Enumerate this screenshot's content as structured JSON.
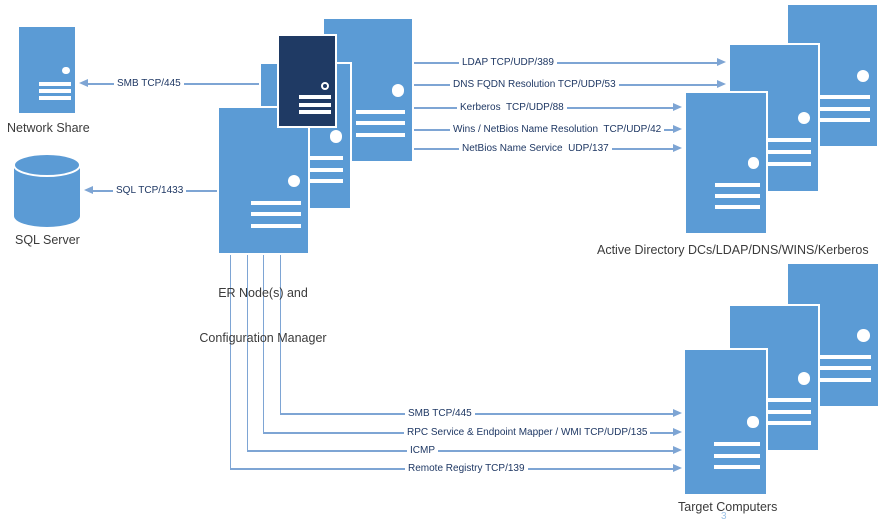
{
  "diagram": {
    "nodes": {
      "network_share": {
        "label": "Network Share",
        "icon": "server-icon"
      },
      "sql_server": {
        "label": "SQL Server",
        "icon": "database-cylinder-icon"
      },
      "er_nodes": {
        "line1": "ER Node(s) and",
        "line2": "Configuration Manager",
        "icon": "server-stack-icon"
      },
      "active_directory": {
        "label": "Active Directory DCs/LDAP/DNS/WINS/Kerberos",
        "icon": "server-stack-icon"
      },
      "target_computers": {
        "label": "Target Computers",
        "page_marker": "3",
        "icon": "server-stack-icon"
      }
    },
    "connectors": {
      "to_network_share": {
        "label": "SMB TCP/445",
        "direction": "left"
      },
      "to_sql_server": {
        "label": "SQL TCP/1433",
        "direction": "left"
      },
      "ldap": {
        "label": "LDAP TCP/UDP/389",
        "direction": "right"
      },
      "dns": {
        "label": "DNS FQDN Resolution TCP/UDP/53",
        "direction": "right"
      },
      "kerberos": {
        "label": "Kerberos  TCP/UDP/88",
        "direction": "right"
      },
      "wins": {
        "label": "Wins / NetBios Name Resolution  TCP/UDP/42",
        "direction": "right"
      },
      "netbios": {
        "label": "NetBios Name Service  UDP/137",
        "direction": "right"
      },
      "smb_target": {
        "label": "SMB TCP/445",
        "direction": "right"
      },
      "rpc_wmi": {
        "label": "RPC Service & Endpoint Mapper / WMI TCP/UDP/135",
        "direction": "right"
      },
      "icmp": {
        "label": "ICMP",
        "direction": "right"
      },
      "remote_registry": {
        "label": "Remote Registry TCP/139",
        "direction": "right"
      }
    },
    "colors": {
      "server_blue": "#5B9BD5",
      "server_dark_blue": "#1F3A64",
      "connector_blue": "#7EA5D4",
      "connector_text": "#1F3864",
      "node_text": "#3B3B3B",
      "page_marker_blue": "#9DC3E6"
    }
  }
}
